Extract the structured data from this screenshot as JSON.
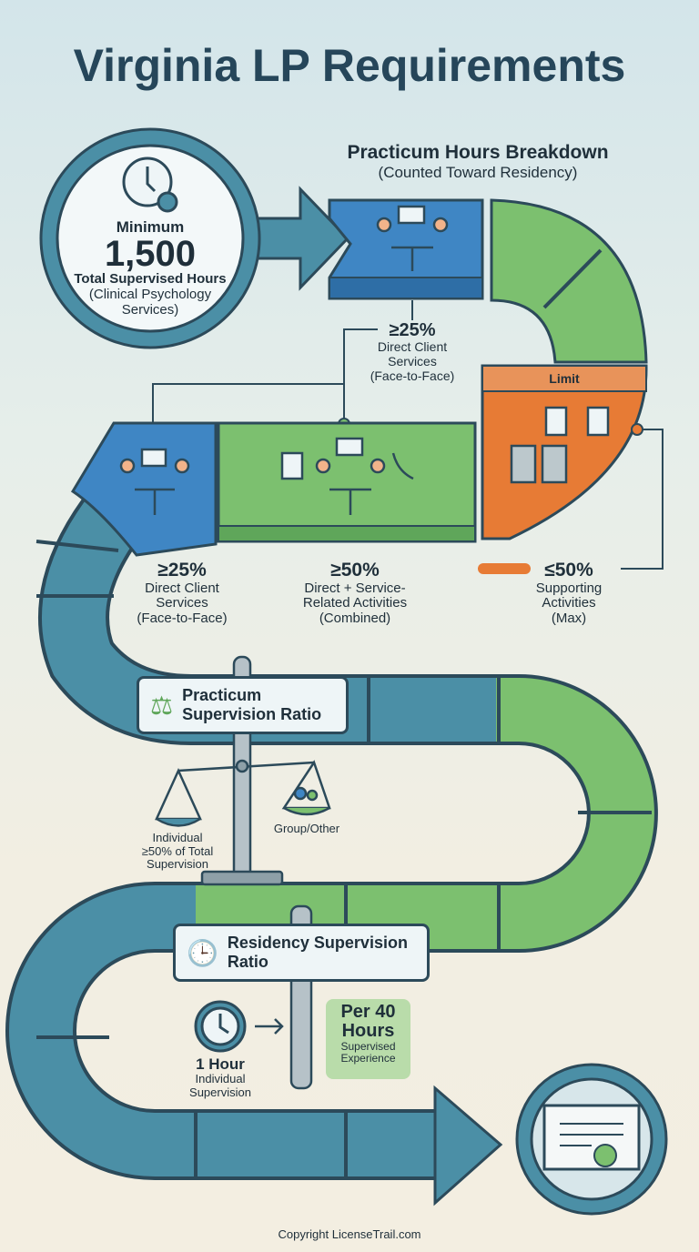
{
  "title": "Virginia LP Requirements",
  "total": {
    "label_top": "Minimum",
    "value": "1,500",
    "label": "Total Supervised Hours",
    "sub": "(Clinical Psychology Services)"
  },
  "practicum": {
    "title": "Practicum Hours Breakdown",
    "subtitle": "(Counted Toward Residency)",
    "top_item": {
      "value": "≥25%",
      "label": "Direct Client Services",
      "sub": "(Face-to-Face)"
    },
    "limit_label": "Limit",
    "items": [
      {
        "value": "≥25%",
        "label": "Direct Client Services",
        "sub": "(Face-to-Face)"
      },
      {
        "value": "≥50%",
        "label": "Direct + Service-Related Activities",
        "sub": "(Combined)"
      },
      {
        "value": "≤50%",
        "label": "Supporting Activities",
        "sub": "(Max)"
      }
    ]
  },
  "practicum_ratio": {
    "title": "Practicum Supervision Ratio",
    "individual": "Individual",
    "individual_req": "≥50% of Total Supervision",
    "group": "Group/Other"
  },
  "residency_ratio": {
    "title": "Residency Supervision Ratio",
    "hours": "1 Hour",
    "hours_label": "Individual Supervision",
    "per": "Per 40 Hours",
    "per_label": "Supervised Experience"
  },
  "footer": "Copyright LicenseTrail.com",
  "colors": {
    "teal": "#4b8fa6",
    "blue": "#3f86c4",
    "green": "#7cc06f",
    "orange": "#e77b35",
    "dark": "#2c4a5a"
  }
}
